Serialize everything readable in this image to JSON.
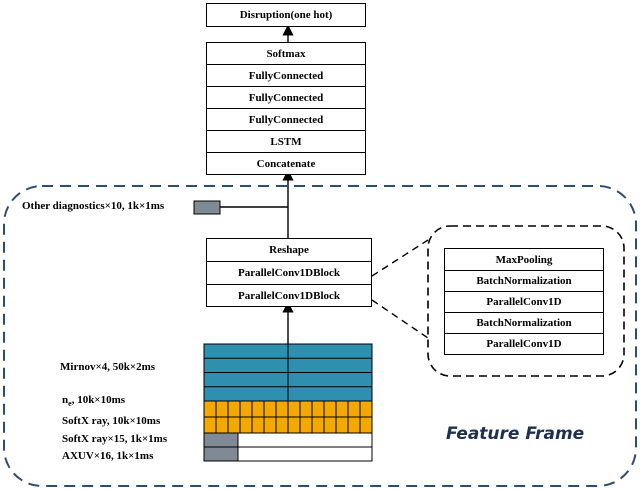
{
  "top_stack": {
    "output": "Disruption(one hot)",
    "layers": [
      "Softmax",
      "FullyConnected",
      "FullyConnected",
      "FullyConnected",
      "LSTM",
      "Concatenate"
    ]
  },
  "feature_stack": {
    "layers": [
      "Reshape",
      "ParallelConv1DBlock",
      "ParallelConv1DBlock"
    ]
  },
  "block_detail": {
    "layers": [
      "MaxPooling",
      "BatchNormalization",
      "ParallelConv1D",
      "BatchNormalization",
      "ParallelConv1D"
    ]
  },
  "other_diagnostics": "Other diagnostics×10, 1k×1ms",
  "inputs": {
    "mirnov": "Mirnov×4, 50k×2ms",
    "ne_main": "n",
    "ne_sub": "e",
    "ne_rest": ", 10k×10ms",
    "softx_ray": "SoftX ray, 10k×10ms",
    "softx_ray_15": "SoftX ray×15, 1k×1ms",
    "axuv": "AXUV×16, 1k×1ms"
  },
  "feature_frame_label": "Feature Frame",
  "colors": {
    "teal": "#2e8fae",
    "orange": "#f5a800",
    "gray_block": "#7f8a95",
    "dashed_border": "#2e4d73"
  }
}
